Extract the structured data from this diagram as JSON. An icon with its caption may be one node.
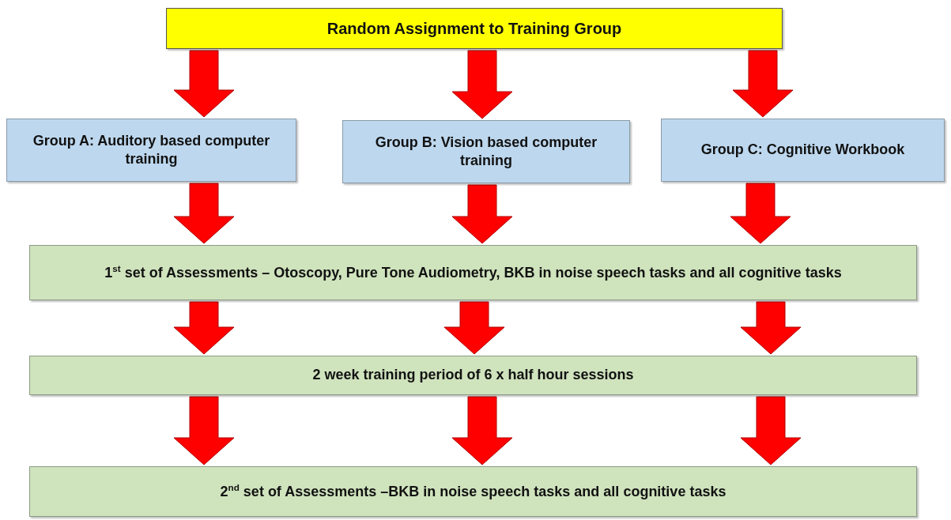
{
  "diagram": {
    "nodes": [
      {
        "text": [
          "Random Assignment to Training Group"
        ]
      },
      {
        "text": [
          "Group A: Auditory based computer training"
        ]
      },
      {
        "text": [
          "Group B: Vision based computer training"
        ]
      },
      {
        "text": [
          "Group C: Cognitive Workbook"
        ]
      },
      {
        "text": [
          "1$^{st}$ set of Assessments – Otoscopy, Pure Tone Audiometry, BKB in noise speech tasks and all cognitive tasks"
        ]
      },
      {
        "text": [
          "2 week training period of 6 x half hour sessions"
        ]
      },
      {
        "text": [
          "2$^{nd}$ set of Assessments –BKB in noise speech tasks and all cognitive tasks"
        ]
      }
    ],
    "edges": [
      {
        "from": 0,
        "to": 1,
        "arrow": "to"
      },
      {
        "from": 0,
        "to": 2,
        "arrow": "to"
      },
      {
        "from": 0,
        "to": 3,
        "arrow": "to"
      },
      {
        "from": 1,
        "to": 4,
        "arrow": "to"
      },
      {
        "from": 2,
        "to": 4,
        "arrow": "to"
      },
      {
        "from": 3,
        "to": 4,
        "arrow": "to"
      },
      {
        "from": 4,
        "to": 5,
        "arrow": "to"
      },
      {
        "from": 4,
        "to": 5,
        "arrow": "to"
      },
      {
        "from": 4,
        "to": 5,
        "arrow": "to"
      },
      {
        "from": 5,
        "to": 6,
        "arrow": "to"
      },
      {
        "from": 5,
        "to": 6,
        "arrow": "to"
      },
      {
        "from": 5,
        "to": 6,
        "arrow": "to"
      }
    ]
  }
}
